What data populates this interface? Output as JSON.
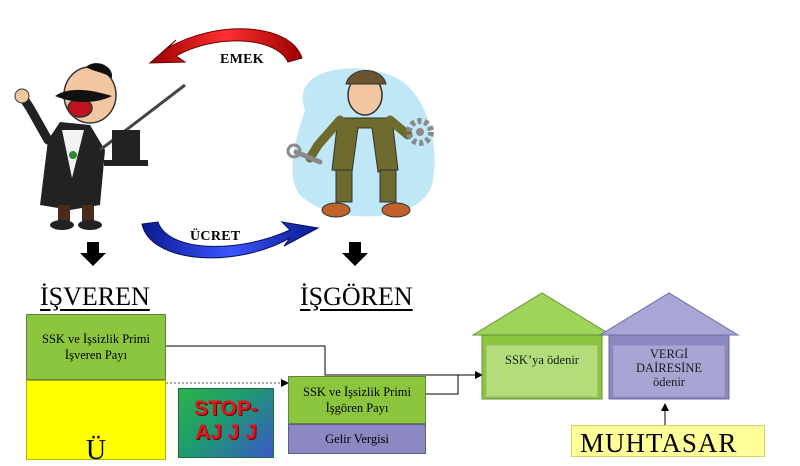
{
  "cycle": {
    "top_arrow_label": "EMEK",
    "bottom_arrow_label": "ÜCRET"
  },
  "roles": {
    "employer": "İŞVEREN",
    "employee": "İŞGÖREN"
  },
  "boxes": {
    "employer_ssk": "SSK ve İşsizlik Primi İşveren Payı",
    "employee_ssk": "SSK ve İşsizlik Primi İşgören Payı",
    "income_tax": "Gelir Vergisi",
    "stop_line1": "STOP-",
    "stop_line2": "AJ J J",
    "yellow_partial": "Ü"
  },
  "houses": {
    "ssk": "SSK’ya ödenir",
    "tax_office": "VERGİ DAİRESİNE ödenir"
  },
  "muhtasar": "MUHTASAR",
  "colors": {
    "green": "#8cc63f",
    "purple": "#8b88c2",
    "house_green": "#8cc63f",
    "house_purple": "#9894c9",
    "arrow_red": "#e0141e",
    "arrow_blue": "#1f2fd6",
    "yellow": "#ffff00"
  },
  "icons": {
    "employer": "boss-with-top-hat-icon",
    "employee": "worker-with-wrench-and-gear-icon"
  }
}
